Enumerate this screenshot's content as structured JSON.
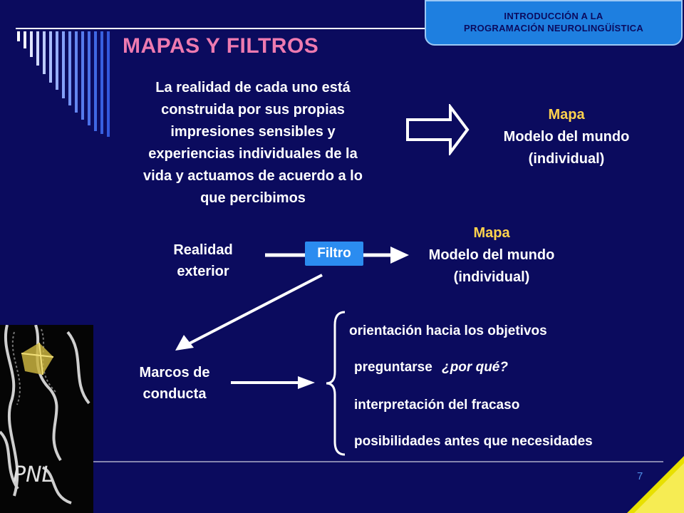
{
  "header": {
    "badge_line1": "INTRODUCCIÓN A LA",
    "badge_line2": "PROGRAMACIÓN NEUROLINGÜÍSTICA"
  },
  "title": "MAPAS Y FILTROS",
  "intro": {
    "lines": [
      "La realidad de cada uno está",
      "construida por sus propias",
      "impresiones sensibles y",
      "experiencias individuales de la",
      "vida y actuamos de acuerdo a lo",
      "que percibimos"
    ]
  },
  "map_top": {
    "heading": "Mapa",
    "line1": "Modelo del mundo",
    "line2": "(individual)"
  },
  "flow": {
    "reality_line1": "Realidad",
    "reality_line2": "exterior",
    "filter_label": "Filtro",
    "map_heading": "Mapa",
    "map_line1": "Modelo del mundo",
    "map_line2": "(individual)"
  },
  "frames": {
    "label_line1": "Marcos de",
    "label_line2": "conducta",
    "items": [
      "orientación hacia los objetivos",
      "preguntarse",
      "interpretación del fracaso",
      "posibilidades antes que necesidades"
    ],
    "question": "¿por qué?"
  },
  "logo_text": "PNL",
  "page_number": "7",
  "colors": {
    "background": "#0b0b5e",
    "title": "#ee7ab0",
    "accent_yellow": "#ffd34d",
    "filter_box": "#2b8cf0",
    "badge": "#1e7fe0"
  }
}
